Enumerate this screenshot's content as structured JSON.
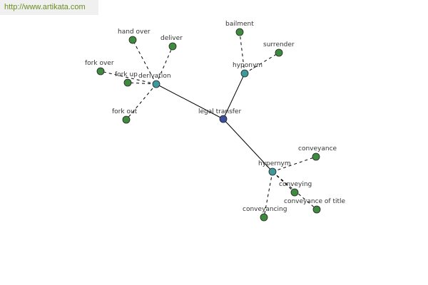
{
  "banner": {
    "url": "http://www.artikata.com"
  },
  "colors": {
    "root": "#3b4f9e",
    "relation": "#3e9a9a",
    "leaf": "#3e8a3e"
  },
  "nodes": [
    {
      "id": "legal_transfer",
      "label": "legal transfer",
      "kind": "root"
    },
    {
      "id": "derivation",
      "label": "derivation",
      "kind": "relation"
    },
    {
      "id": "hyponym",
      "label": "hyponym",
      "kind": "relation"
    },
    {
      "id": "hypernym",
      "label": "hypernym",
      "kind": "relation"
    },
    {
      "id": "hand_over",
      "label": "hand over",
      "kind": "leaf"
    },
    {
      "id": "deliver",
      "label": "deliver",
      "kind": "leaf"
    },
    {
      "id": "fork_over",
      "label": "fork over",
      "kind": "leaf"
    },
    {
      "id": "fork_up",
      "label": "fork up",
      "kind": "leaf"
    },
    {
      "id": "fork_out",
      "label": "fork out",
      "kind": "leaf"
    },
    {
      "id": "bailment",
      "label": "bailment",
      "kind": "leaf"
    },
    {
      "id": "surrender",
      "label": "surrender",
      "kind": "leaf"
    },
    {
      "id": "conveyance",
      "label": "conveyance",
      "kind": "leaf"
    },
    {
      "id": "conveying",
      "label": "conveying",
      "kind": "leaf"
    },
    {
      "id": "conveyance_of_title",
      "label": "conveyance of title",
      "kind": "leaf"
    },
    {
      "id": "conveyancing",
      "label": "conveyancing",
      "kind": "leaf"
    }
  ],
  "edges": [
    {
      "from": "legal_transfer",
      "to": "derivation",
      "style": "solid"
    },
    {
      "from": "legal_transfer",
      "to": "hyponym",
      "style": "solid"
    },
    {
      "from": "legal_transfer",
      "to": "hypernym",
      "style": "solid"
    },
    {
      "from": "derivation",
      "to": "hand_over",
      "style": "dashed"
    },
    {
      "from": "derivation",
      "to": "deliver",
      "style": "dashed"
    },
    {
      "from": "derivation",
      "to": "fork_over",
      "style": "dashed"
    },
    {
      "from": "derivation",
      "to": "fork_up",
      "style": "dashed"
    },
    {
      "from": "derivation",
      "to": "fork_out",
      "style": "dashed"
    },
    {
      "from": "hyponym",
      "to": "bailment",
      "style": "dashed"
    },
    {
      "from": "hyponym",
      "to": "surrender",
      "style": "dashed"
    },
    {
      "from": "hypernym",
      "to": "conveyance",
      "style": "dashed"
    },
    {
      "from": "hypernym",
      "to": "conveying",
      "style": "dashed"
    },
    {
      "from": "hypernym",
      "to": "conveyance_of_title",
      "style": "dashed"
    },
    {
      "from": "hypernym",
      "to": "conveyancing",
      "style": "dashed"
    }
  ]
}
